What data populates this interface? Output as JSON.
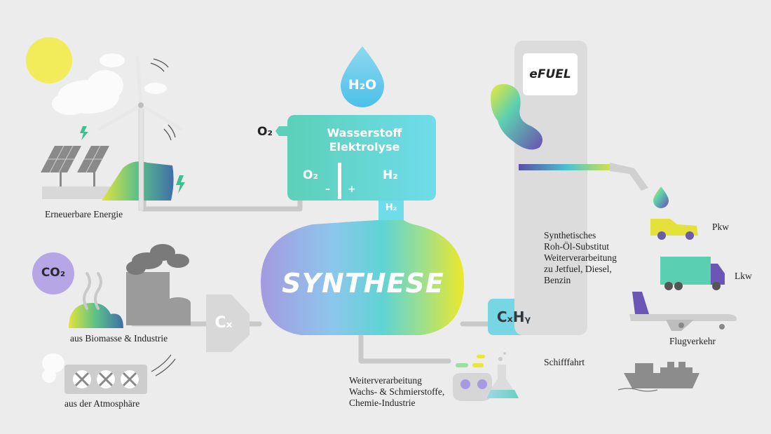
{
  "colors": {
    "background": "#ececec",
    "pipe": "#c8c8c8",
    "electrolysis": "#5fd3c8",
    "synthese_start": "#a39be0",
    "synthese_mid": "#6cd0e0",
    "synthese_end": "#e7e82a",
    "co2_circle": "#b9a8e6",
    "yellow": "#f5ee5a",
    "dark_gray": "#7d7d7d"
  },
  "water": {
    "label": "H₂O"
  },
  "electrolysis": {
    "title_line1": "Wasserstoff",
    "title_line2": "Elektrolyse",
    "o2_left": "O₂",
    "o2_inner": "O₂",
    "minus": "–",
    "plus": "+",
    "h2_inner": "H₂",
    "h2_outlet": "H₂"
  },
  "synthese": {
    "label": "SYNTHESE"
  },
  "carbon": {
    "label": "Cₓ"
  },
  "hydrocarbon": {
    "label": "CₓHᵧ"
  },
  "co2": {
    "label": "CO₂"
  },
  "pump": {
    "brand": "eFUEL"
  },
  "sources": {
    "renewable": "Erneuerbare Energie",
    "biomass": "aus Biomasse & Industrie",
    "atmosphere": "aus der Atmosphäre"
  },
  "processing": {
    "line1": "Weiterverarbeitung",
    "line2": "Wachs- & Schmierstoffe,",
    "line3": "Chemie-Industrie"
  },
  "substitute": {
    "line1": "Synthetisches",
    "line2": "Roh-Öl-Substitut",
    "line3": "Weiterverarbeitung",
    "line4": "zu Jetfuel, Diesel,",
    "line5": "Benzin"
  },
  "transport": {
    "car": "Pkw",
    "truck": "Lkw",
    "plane": "Flugverkehr",
    "ship": "Schifffahrt"
  }
}
